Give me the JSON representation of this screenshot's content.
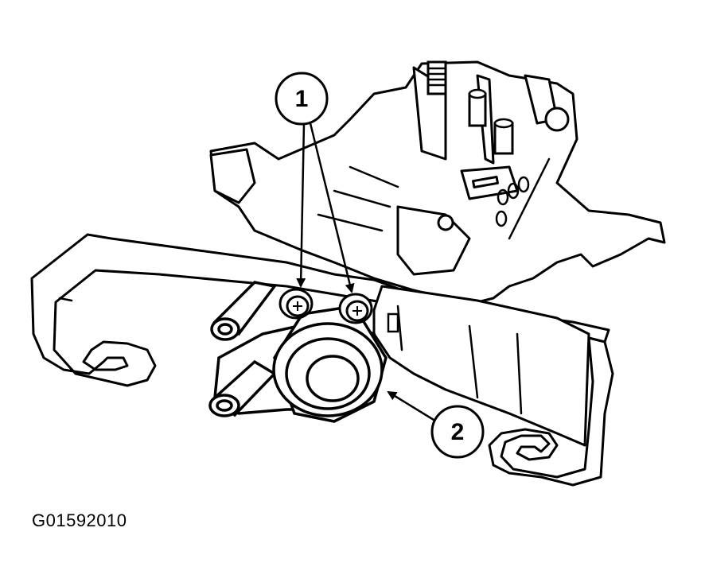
{
  "figure": {
    "callouts": [
      {
        "label": "1"
      },
      {
        "label": "2"
      }
    ],
    "figure_id": "G01592010"
  }
}
